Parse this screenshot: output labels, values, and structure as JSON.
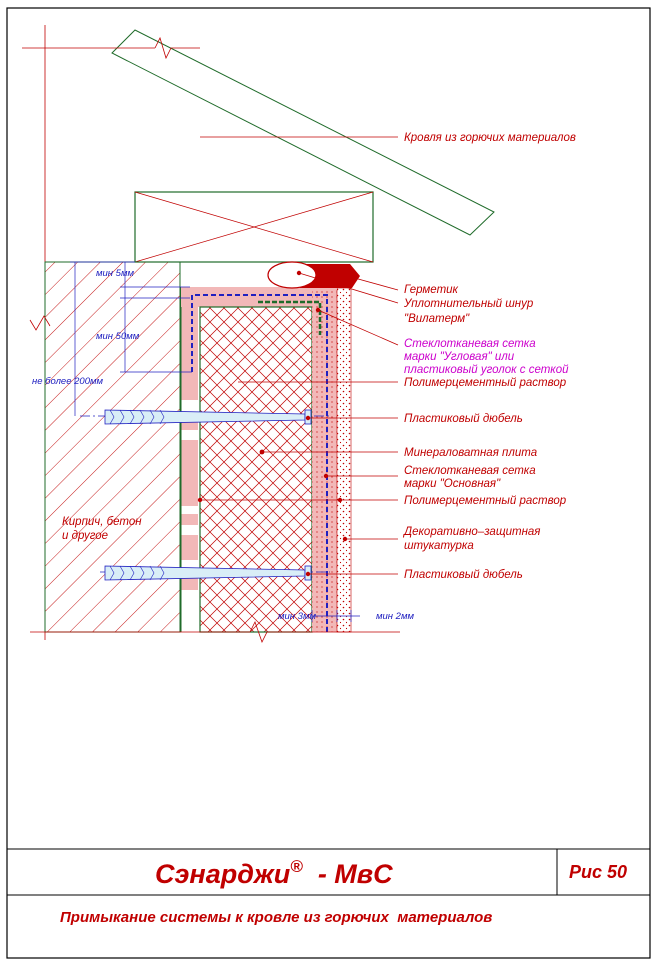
{
  "drawing": {
    "labels": {
      "roof": "Кровля из горючих материалов",
      "sealant": "Герметик",
      "cord_1": "Уплотнительный шнур",
      "cord_2": "\"Вилатерм\"",
      "mesh_corner_1": "Стеклотканевая сетка",
      "mesh_corner_2": "марки \"Угловая\" или",
      "mesh_corner_3": "пластиковый уголок с сеткой",
      "mortar_1": "Полимерцементный раствор",
      "dowel_1": "Пластиковый дюбель",
      "mineral_plate": "Минераловатная плита",
      "mesh_main_1": "Стеклотканевая сетка",
      "mesh_main_2": "марки \"Основная\"",
      "mortar_2": "Полимерцементный раствор",
      "plaster_1": "Декоративно–защитная",
      "plaster_2": "штукатурка",
      "dowel_2": "Пластиковый дюбель",
      "wall_1": "Кирпич, бетон",
      "wall_2": "и другое"
    },
    "dimensions": {
      "min5": "мин 5мм",
      "min50": "мин 50мм",
      "max200": "не более 200мм",
      "min3": "мин 3мм",
      "min2": "мин 2мм"
    },
    "colors": {
      "line_red": "#c00000",
      "line_green": "#1f6b2a",
      "dim_blue": "#2020c0",
      "magenta": "#cc00cc",
      "mortar_pink": "#f2b8b8"
    }
  },
  "title_block": {
    "brand": "Сэнарджи",
    "brand_mark": "®",
    "brand_suffix": "  - МвС",
    "figure": "Рис 50",
    "caption": "Примыкание системы к кровле из горючих  материалов"
  }
}
